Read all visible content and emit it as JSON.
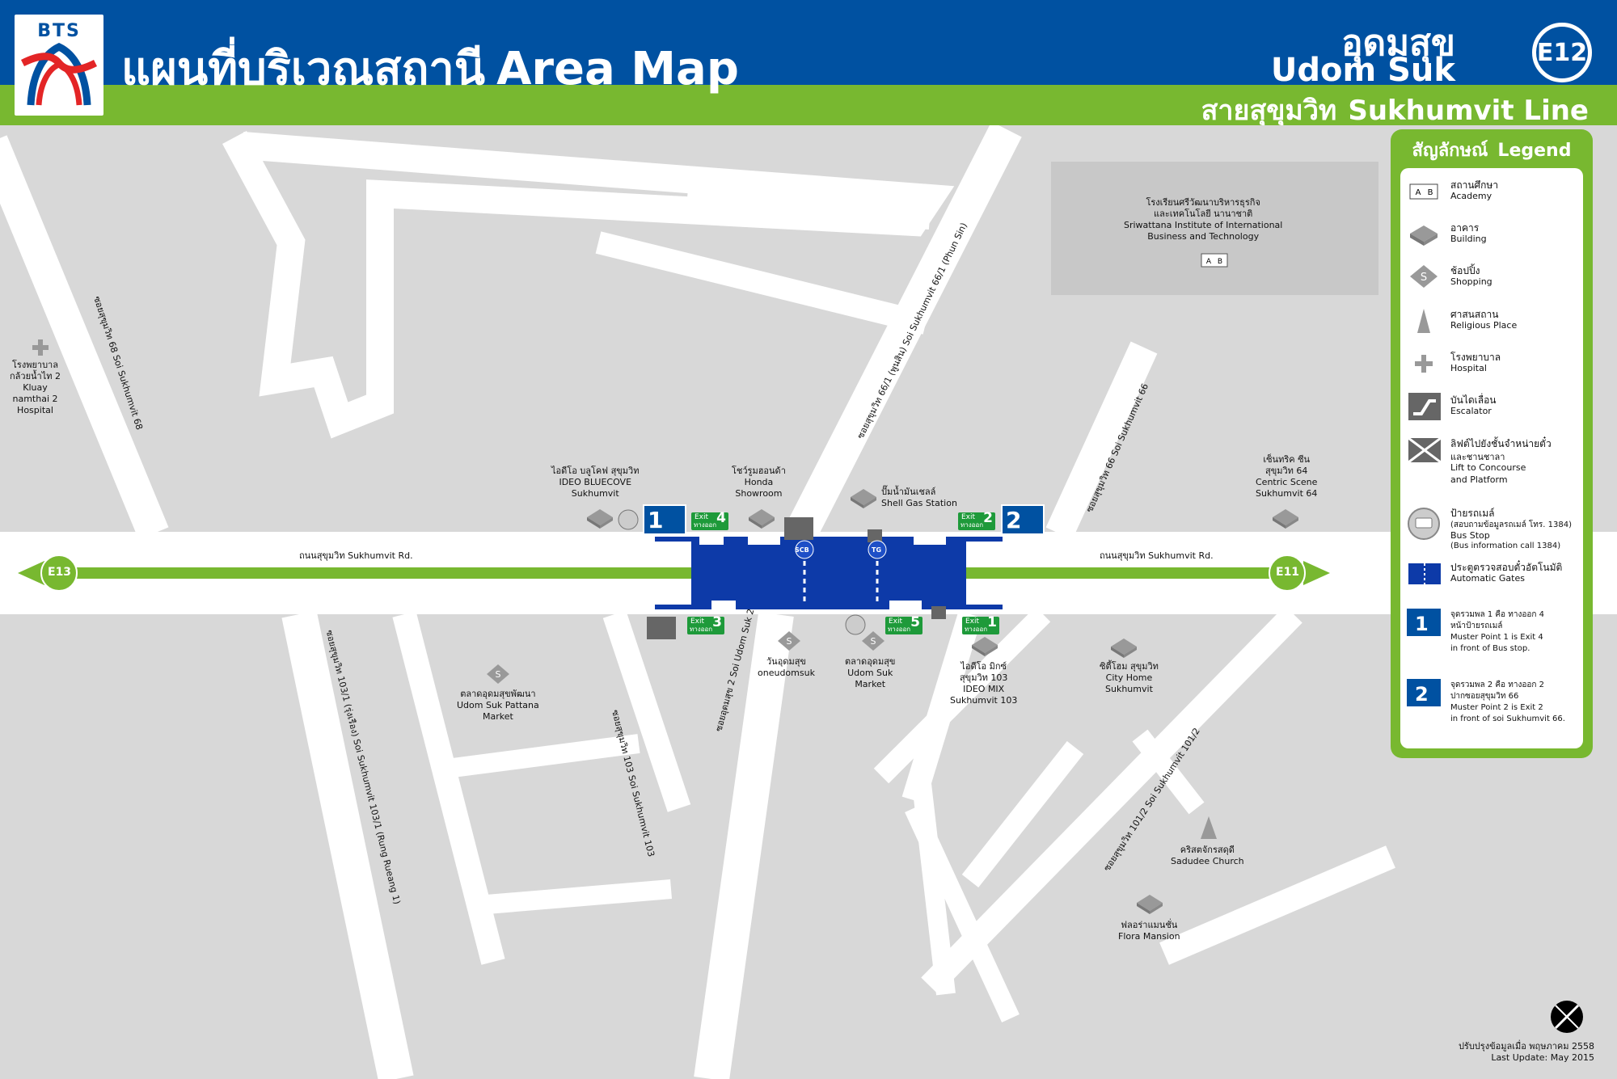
{
  "header": {
    "logo_text": "BTS",
    "title_th": "แผนที่บริเวณสถานี",
    "title_en": "Area Map",
    "station_th": "อุดมสุข",
    "station_en": "Udom Suk",
    "station_code": "E12",
    "line_th": "สายสุขุมวิท",
    "line_en": "Sukhumvit Line"
  },
  "stations": {
    "west": "E13",
    "east": "E11"
  },
  "roads": {
    "main_west": "ถนนสุขุมวิท Sukhumvit Rd.",
    "main_east": "ถนนสุขุมวิท Sukhumvit Rd.",
    "soi68": "ซอยสุขุมวิท 68 Soi Sukhumvit 68",
    "soi66_1": "ซอยสุขุมวิท 66/1 (พูนสิน) Soi Sukhumvit 66/1 (Phun Sin)",
    "soi66": "ซอยสุขุมวิท 66 Soi Sukhumvit 66",
    "soi103_1": "ซอยสุขุมวิท 103/1 (รุ่งเรือง) Soi Sukhumvit 103/1 (Rung Rueang 1)",
    "soi103": "ซอยสุขุมวิท 103 Soi Sukhumvit 103",
    "udomsuk2": "ซอยอุดมสุข 2 Soi Udom Suk 2",
    "soi101_2": "ซอยสุขุมวิท 101/2 Soi Sukhumvit 101/2"
  },
  "places": {
    "kluay_th": "โรงพยาบาล",
    "kluay_th2": "กล้วยน้ำไท 2",
    "kluay_en1": "Kluay",
    "kluay_en2": "namthai 2",
    "kluay_en3": "Hospital",
    "school_th1": "โรงเรียนศรีวัฒนาบริหารธุรกิจ",
    "school_th2": "และเทคโนโลยี นานาชาติ",
    "school_en1": "Sriwattana Institute of International",
    "school_en2": "Business and Technology",
    "ideo_bc_th": "ไอดีโอ บลูโคฟ สุขุมวิท",
    "ideo_bc_en1": "IDEO BLUECOVE",
    "ideo_bc_en2": "Sukhumvit",
    "honda_th": "โชว์รูมฮอนด้า",
    "honda_en1": "Honda",
    "honda_en2": "Showroom",
    "shell_th": "ปั๊มน้ำมันเชลล์",
    "shell_en": "Shell Gas Station",
    "centric_th1": "เซ็นทริค ซีน",
    "centric_th2": "สุขุมวิท 64",
    "centric_en1": "Centric Scene",
    "centric_en2": "Sukhumvit 64",
    "pattana_th": "ตลาดอุดมสุขพัฒนา",
    "pattana_en1": "Udom Suk Pattana",
    "pattana_en2": "Market",
    "oneudom_th": "วันอุดมสุข",
    "oneudom_en": "oneudomsuk",
    "udommarket_th": "ตลาดอุดมสุข",
    "udommarket_en1": "Udom Suk",
    "udommarket_en2": "Market",
    "ideomix_th1": "ไอดีโอ มิกซ์",
    "ideomix_th2": "สุขุมวิท 103",
    "ideomix_en1": "IDEO MIX",
    "ideomix_en2": "Sukhumvit 103",
    "cityhome_th": "ซิตี้โฮม สุขุมวิท",
    "cityhome_en1": "City Home",
    "cityhome_en2": "Sukhumvit",
    "church_th": "คริสตจักรสดุดี",
    "church_en": "Sadudee Church",
    "flora_th": "ฟลอร่าแมนชั่น",
    "flora_en": "Flora Mansion"
  },
  "exits": {
    "exit_label": "Exit",
    "exit_th": "ทางออก",
    "e1": "1",
    "e2": "2",
    "e3": "3",
    "e4": "4",
    "e5": "5",
    "muster1": "1",
    "muster2": "2",
    "scb": "SCB",
    "tg": "TG"
  },
  "legend": {
    "title_th": "สัญลักษณ์",
    "title_en": "Legend",
    "academy_th": "สถานศึกษา",
    "academy_en": "Academy",
    "building_th": "อาคาร",
    "building_en": "Building",
    "shopping_th": "ช้อปปิ้ง",
    "shopping_en": "Shopping",
    "religious_th": "ศาสนสถาน",
    "religious_en": "Religious Place",
    "hospital_th": "โรงพยาบาล",
    "hospital_en": "Hospital",
    "escalator_th": "บันไดเลื่อน",
    "escalator_en": "Escalator",
    "lift_th1": "ลิฟต์ไปยังชั้นจำหน่ายตั๋ว",
    "lift_th2": "และชานชาลา",
    "lift_en1": "Lift to Concourse",
    "lift_en2": "and Platform",
    "bus_th": "ป้ายรถเมล์",
    "bus_th2": "(สอบถามข้อมูลรถเมล์ โทร. 1384)",
    "bus_en": "Bus Stop",
    "bus_en2": "(Bus information call 1384)",
    "gates_th": "ประตูตรวจสอบตั๋วอัตโนมัติ",
    "gates_en": "Automatic Gates",
    "m1_th1": "จุดรวมพล 1 คือ ทางออก 4",
    "m1_th2": "หน้าป้ายรถเมล์",
    "m1_en1": "Muster Point 1 is Exit 4",
    "m1_en2": "in front of Bus stop.",
    "m2_th1": "จุดรวมพล 2 คือ ทางออก 2",
    "m2_th2": "ปากซอยสุขุมวิท 66",
    "m2_en1": "Muster Point 2 is Exit 2",
    "m2_en2": "in front of soi Sukhumvit 66."
  },
  "footer": {
    "update_th": "ปรับปรุงข้อมูลเมื่อ พฤษภาคม 2558",
    "update_en": "Last Update: May 2015"
  },
  "colors": {
    "blue": "#0051a1",
    "green": "#78b830",
    "road": "#ffffff",
    "ground": "#d8d8d8"
  }
}
